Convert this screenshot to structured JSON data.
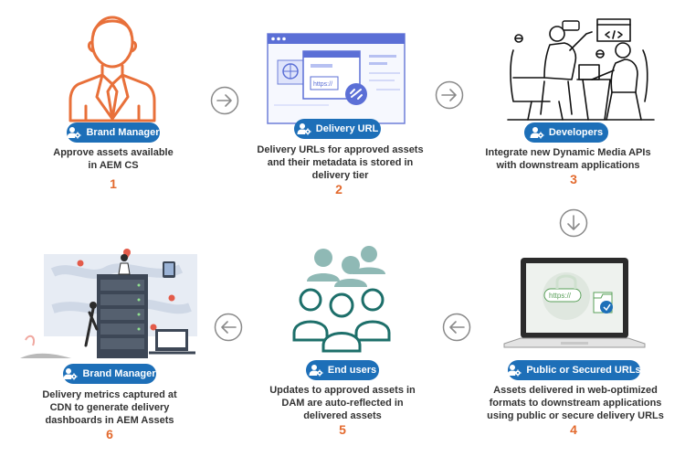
{
  "colors": {
    "accent": "#1d6fb8",
    "number": "#e36a2e",
    "text": "#333333",
    "arrow": "#8a8a8a"
  },
  "steps": [
    {
      "num": "1",
      "badge": "Brand Manager",
      "badge_icon": "user-gear-icon",
      "desc": [
        "Approve assets available",
        "in AEM CS"
      ]
    },
    {
      "num": "2",
      "badge": "Delivery URL",
      "badge_icon": "user-gear-icon",
      "desc": [
        "Delivery URLs for approved assets",
        "and their metadata is stored in",
        "delivery tier"
      ],
      "screen_text": "https://"
    },
    {
      "num": "3",
      "badge": "Developers",
      "badge_icon": "user-gear-icon",
      "desc": [
        "Integrate new Dynamic Media APIs",
        "with downstream applications"
      ]
    },
    {
      "num": "4",
      "badge": "Public or Secured URLs",
      "badge_icon": "user-gear-icon",
      "desc": [
        "Assets delivered in web-optimized",
        "formats to downstream applications",
        "using public or secure delivery URLs"
      ],
      "screen_text": "https://"
    },
    {
      "num": "5",
      "badge": "End users",
      "badge_icon": "user-gear-icon",
      "desc": [
        "Updates to approved assets in",
        "DAM are auto-reflected in",
        "delivered assets"
      ]
    },
    {
      "num": "6",
      "badge": "Brand Manager",
      "badge_icon": "user-gear-icon",
      "desc": [
        "Delivery metrics captured at",
        "CDN to generate delivery",
        "dashboards in AEM Assets"
      ]
    }
  ],
  "arrows": [
    "arrow-right-icon",
    "arrow-right-icon",
    "arrow-down-icon",
    "arrow-left-icon",
    "arrow-left-icon"
  ]
}
